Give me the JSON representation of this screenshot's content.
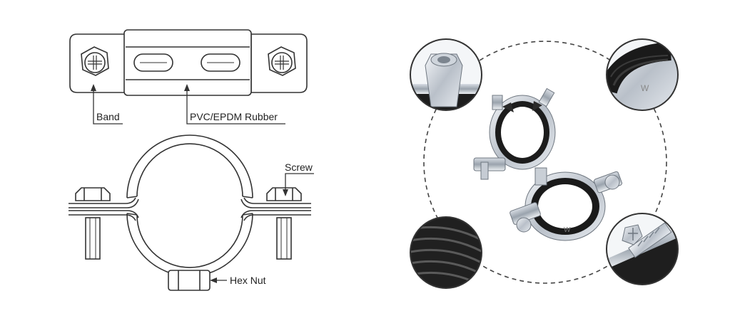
{
  "labels": {
    "band": "Band",
    "rubber": "PVC/EPDM Rubber",
    "screw": "Screw",
    "hex_nut": "Hex Nut"
  },
  "colors": {
    "line": "#333333",
    "label": "#222222",
    "metal_light": "#e4e8ee",
    "metal_dark": "#8a929c",
    "rubber": "#1b1b1b",
    "dashed_circle": "#444444"
  }
}
